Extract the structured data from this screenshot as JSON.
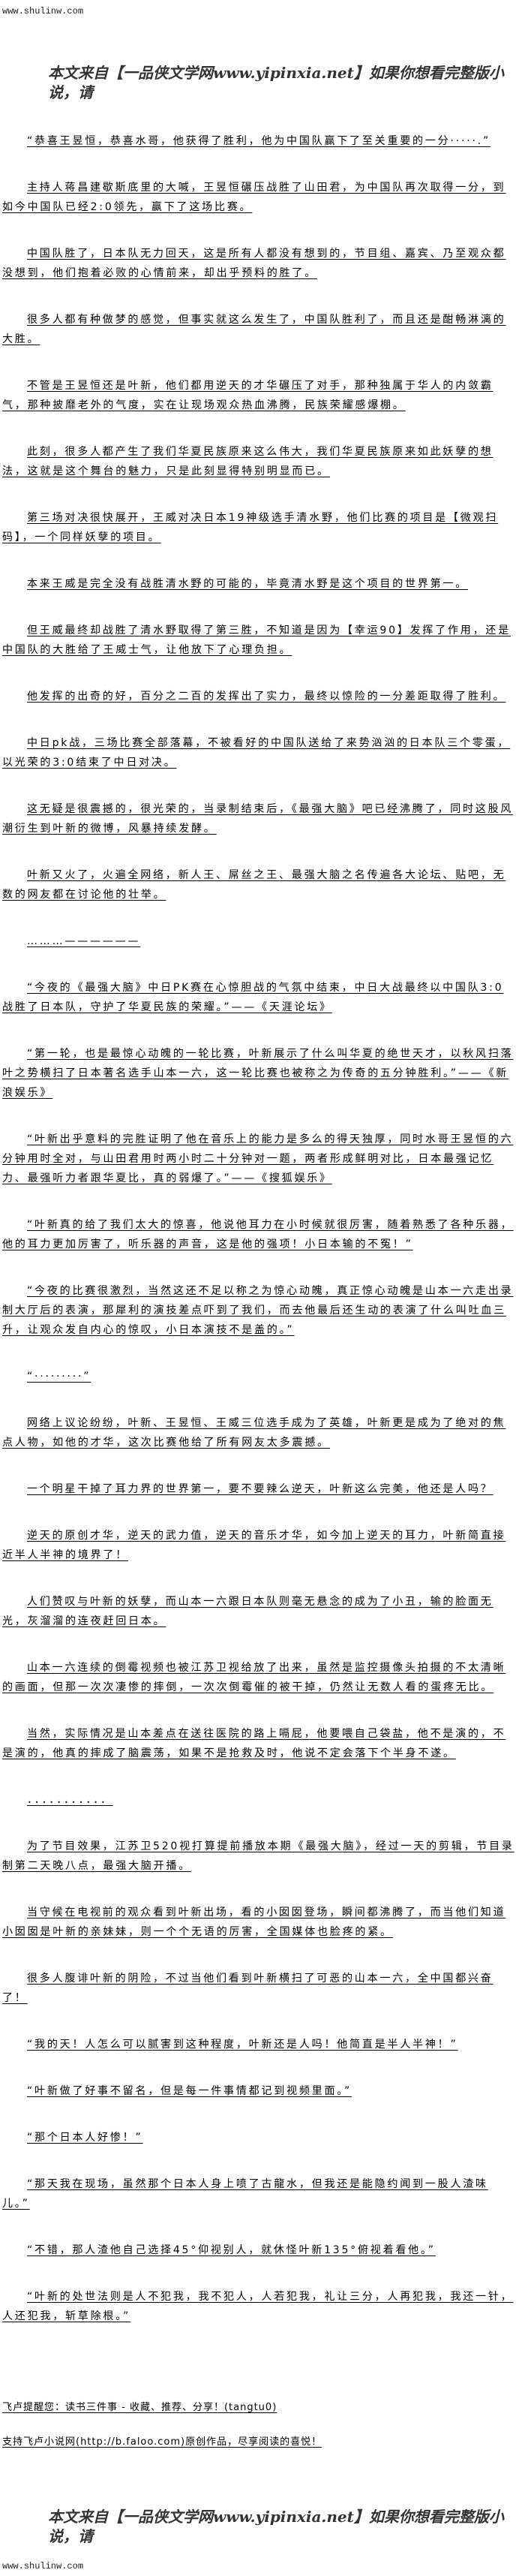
{
  "header": {
    "site": "www.shulinw.com",
    "banner": "本文来自【一品侠文学网www.yipinxia.net】如果你想看完整版小说，请"
  },
  "paragraphs": [
    "“恭喜王昱恒，恭喜水哥，他获得了胜利，他为中国队赢下了至关重要的一分·····.”",
    "主持人蒋昌建歇斯底里的大喊，王昱恒碾压战胜了山田君，为中国队再次取得一分，到如今中国队已经2:0领先，赢下了这场比赛。",
    "中国队胜了，日本队无力回天，这是所有人都没有想到的，节目组、嘉宾、乃至观众都没想到，他们抱着必败的心情前来，却出乎预料的胜了。",
    "很多人都有种做梦的感觉，但事实就这么发生了，中国队胜利了，而且还是酣畅淋漓的大胜。",
    "不管是王昱恒还是叶新，他们都用逆天的才华碾压了对手，那种独属于华人的内敛霸气，那种披靡老外的气度，实在让现场观众热血沸腾，民族荣耀感爆棚。",
    "此刻，很多人都产生了我们华夏民族原来这么伟大，我们华夏民族原来如此妖孽的想法，这就是这个舞台的魅力，只是此刻显得特别明显而已。",
    "第三场对决很快展开，王威对决日本19神级选手清水野，他们比赛的项目是【微观扫码】，一个同样妖孽的项目。",
    "本来王威是完全没有战胜清水野的可能的，毕竟清水野是这个项目的世界第一。",
    "但王威最终却战胜了清水野取得了第三胜，不知道是因为【幸运90】发挥了作用，还是中国队的大胜给了王威士气，让他放下了心理负担。",
    "他发挥的出奇的好，百分之二百的发挥出了实力，最终以惊险的一分差距取得了胜利。",
    "中日pk战，三场比赛全部落幕，不被看好的中国队送给了来势汹汹的日本队三个零蛋，以光荣的3:0结束了中日对决。",
    "这无疑是很震撼的，很光荣的，当录制结束后，《最强大脑》吧已经沸腾了，同时这股风潮衍生到叶新的微博，风暴持续发酵。",
    "叶新又火了，火遍全网络，新人王、屌丝之王、最强大脑之名传遍各大论坛、贴吧，无数的网友都在讨论他的壮举。",
    "………——————",
    "“今夜的《最强大脑》中日PK赛在心惊胆战的气氛中结束，中日大战最终以中国队3:0战胜了日本队，守护了华夏民族的荣耀。”——《天涯论坛》",
    "“第一轮，也是最惊心动魄的一轮比赛，叶新展示了什么叫华夏的绝世天才，以秋风扫落叶之势横扫了日本著名选手山本一六，这一轮比赛也被称之为传奇的五分钟胜利。”——《新浪娱乐》",
    "“叶新出乎意料的完胜证明了他在音乐上的能力是多么的得天独厚，同时水哥王昱恒的六分钟用时全对，与山田君用时两小时二十分钟对一题，两者形成鲜明对比，日本最强记忆力、最强听力者跟华夏比，真的弱爆了。”——《搜狐娱乐》",
    "“叶新真的给了我们太大的惊喜，他说他耳力在小时候就很厉害，随着熟悉了各种乐器，他的耳力更加厉害了，听乐器的声音，这是他的强项！小日本输的不冤！”",
    "“今夜的比赛很激烈，当然这还不足以称之为惊心动魄，真正惊心动魄是山本一六走出录制大厅后的表演，那犀利的演技差点吓到了我们，而去他最后还生动的表演了什么叫吐血三升，让观众发自内心的惊叹，小日本演技不是盖的。”",
    "“·········”",
    "网络上议论纷纷，叶新、王昱恒、王威三位选手成为了英雄，叶新更是成为了绝对的焦点人物，如他的才华，这次比赛他给了所有网友太多震撼。",
    "一个明星干掉了耳力界的世界第一，要不要辣么逆天，叶新这么完美，他还是人吗？",
    "逆天的原创才华，逆天的武力值，逆天的音乐才华，如今加上逆天的耳力，叶新简直接近半人半神的境界了！",
    "人们赞叹与叶新的妖孽，而山本一六跟日本队则毫无悬念的成为了小丑，输的脸面无光，灰溜溜的连夜赶回日本。",
    "山本一六连续的倒霉视频也被江苏卫视给放了出来，虽然是监控摄像头拍摄的不太清晰的画面，但那一次次凄惨的摔倒，一次次倒霉催的被干掉，仍然让无数人看的蛋疼无比。",
    "当然，实际情况是山本差点在送往医院的路上嗝屁，他要喂自己袋盐，他不是演的，不是演的，他真的摔成了脑震荡，如果不是抢救及时，他说不定会落下个半身不遂。",
    "．．．．．．．．．．．",
    "为了节目效果，江苏卫520视打算提前播放本期《最强大脑》，经过一天的剪辑，节目录制第二天晚八点，最强大脑开播。",
    "当守候在电视前的观众看到叶新出场，看的小囡囡登场，瞬间都沸腾了，而当他们知道小囡囡是叶新的亲妹妹，则一个个无语的厉害，全国媒体也脸疼的紧。",
    "很多人腹诽叶新的阴险，不过当他们看到叶新横扫了可恶的山本一六，全中国都兴奋了！",
    "“我的天！人怎么可以腻害到这种程度，叶新还是人吗！他简直是半人半神！”",
    "“叶新做了好事不留名，但是每一件事情都记到视频里面。”",
    "“那个日本人好惨！”",
    "“那天我在现场，虽然那个日本人身上喷了古龍水，但我还是能隐约闻到一股人渣味儿。”",
    "“不错，那人渣他自己选择45°仰视别人，就休怪叶新135°俯视着看他。”",
    "“叶新的处世法则是人不犯我，我不犯人，人若犯我，礼让三分，人再犯我，我还一针，人还犯我，斩草除根。”"
  ],
  "footer": {
    "reminder": "飞卢提醒您：读书三件事 - 收藏、推荐、分享！(tangtu0)",
    "support": "支持飞卢小说网(http://b.faloo.com)原创作品，尽享阅读的喜悦！",
    "banner": "本文来自【一品侠文学网www.yipinxia.net】如果你想看完整版小说，请",
    "site": "www.shulinw.com"
  }
}
